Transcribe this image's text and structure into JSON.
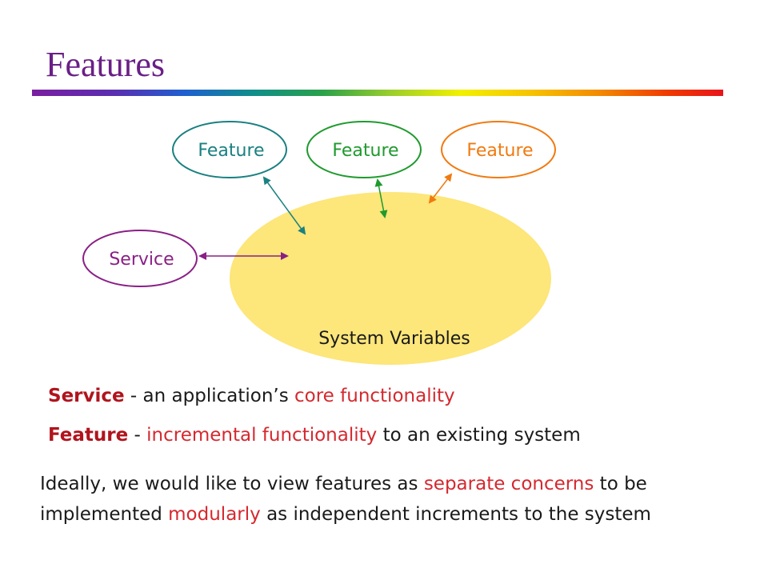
{
  "title": "Features",
  "diagram": {
    "features": [
      {
        "label": "Feature",
        "color": "#1a8080"
      },
      {
        "label": "Feature",
        "color": "#1f9a2e"
      },
      {
        "label": "Feature",
        "color": "#f07a10"
      }
    ],
    "service": {
      "label": "Service",
      "color": "#8a1f86"
    },
    "system": {
      "label": "System Variables",
      "fill": "#fde67a"
    }
  },
  "definitions": {
    "service": {
      "term": "Service",
      "sep": " - an application’s ",
      "highlight": "core functionality"
    },
    "feature": {
      "term": "Feature",
      "sep": " - ",
      "highlight": "incremental functionality",
      "rest": " to an existing system"
    }
  },
  "paragraph": {
    "p1": "Ideally, we would like to view features as ",
    "h1": "separate concerns",
    "p2": " to be",
    "p3": "implemented ",
    "h2": "modularly",
    "p4": " as independent increments to the system"
  },
  "colors": {
    "title": "#6a1f86",
    "term": "#b0141d",
    "highlight": "#d4292f"
  }
}
